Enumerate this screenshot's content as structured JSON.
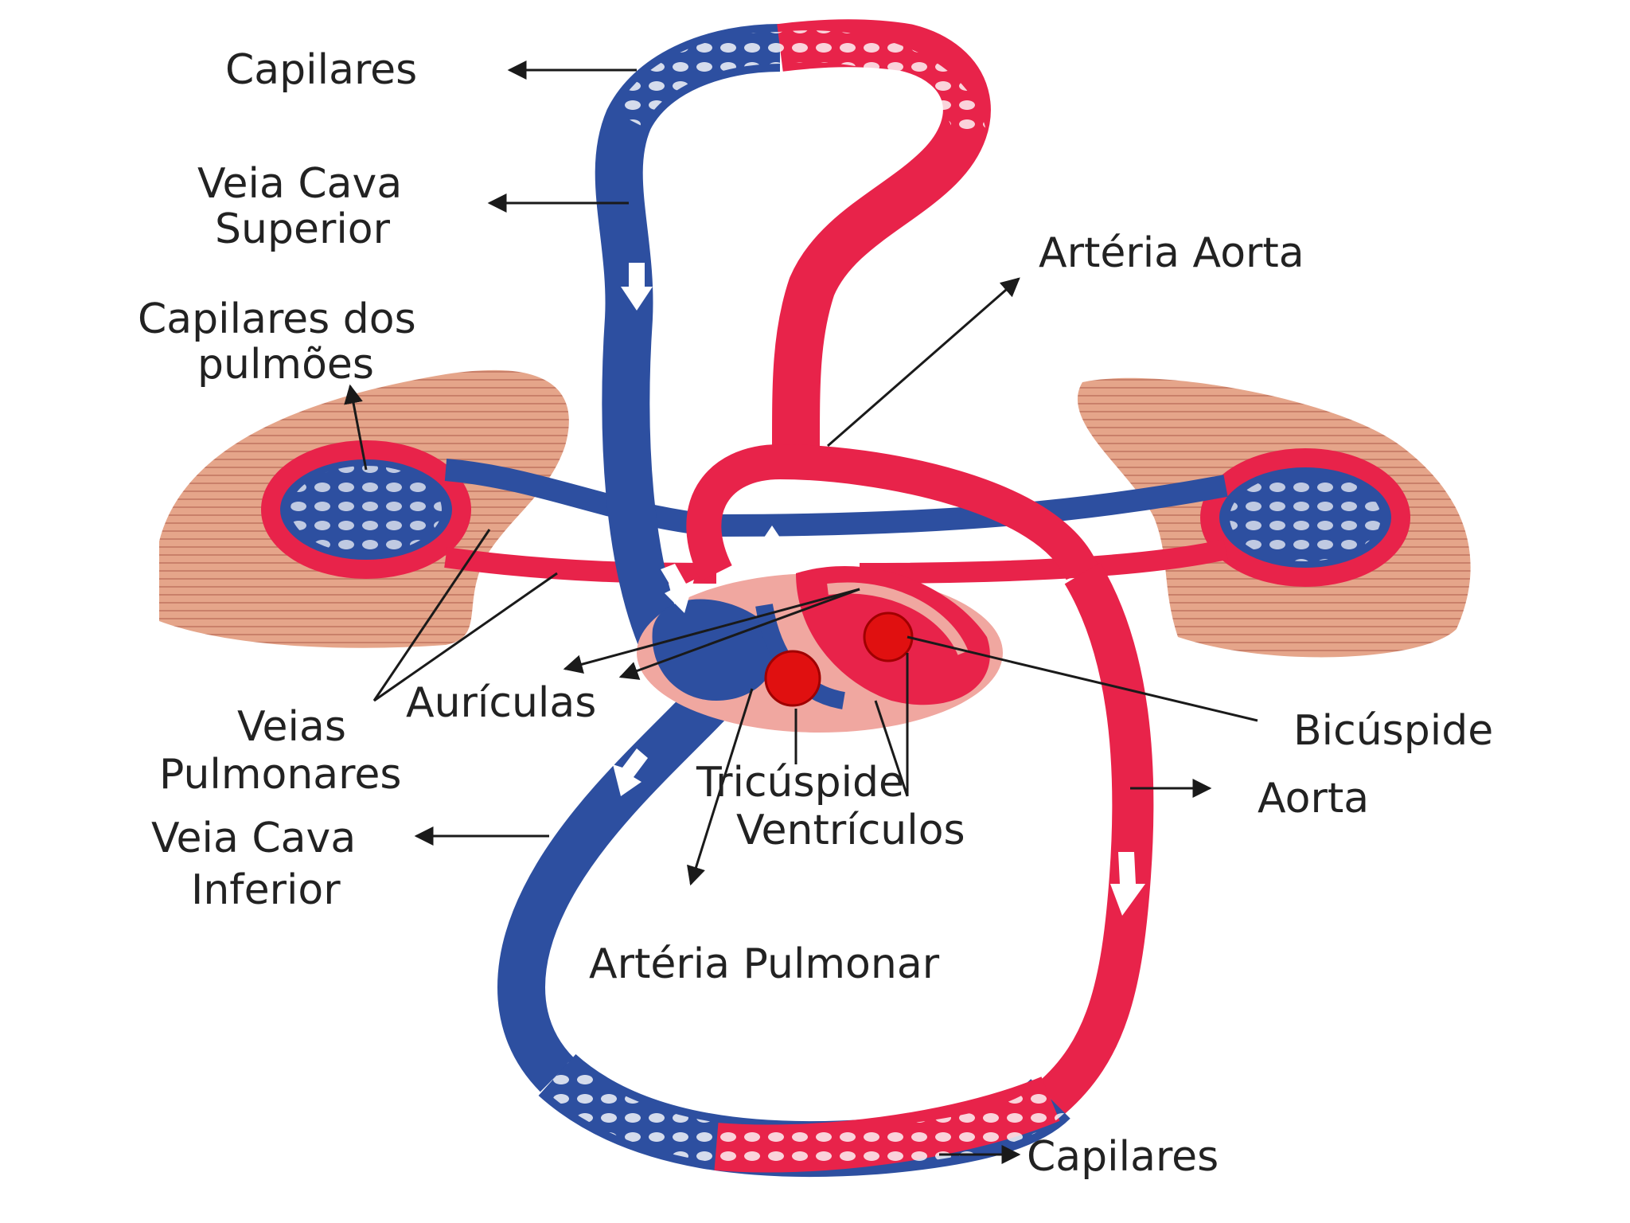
{
  "colors": {
    "artery": "#e8234a",
    "vein": "#2d4fa0",
    "lung": "#e5a58a",
    "lung_stripe": "#c9806a",
    "heart": "#f0a7a0",
    "valve": "#e01010",
    "leader": "#1a1a1a"
  },
  "labels": {
    "capilares_top": "Capilares",
    "veia_cava_superior_1": "Veia Cava",
    "veia_cava_superior_2": "Superior",
    "arteria_aorta": "Artéria Aorta",
    "capilares_pulmoes_1": "Capilares dos",
    "capilares_pulmoes_2": "pulmões",
    "auriculas": "Aurículas",
    "veias_pulmonares_1": "Veias",
    "veias_pulmonares_2": "Pulmonares",
    "bicuspide": "Bicúspide",
    "tricuspide": "Tricúspide",
    "ventriculos": "Ventrículos",
    "aorta": "Aorta",
    "veia_cava_inferior_1": "Veia Cava",
    "veia_cava_inferior_2": "Inferior",
    "arteria_pulmonar": "Artéria Pulmonar",
    "capilares_bottom": "Capilares"
  }
}
